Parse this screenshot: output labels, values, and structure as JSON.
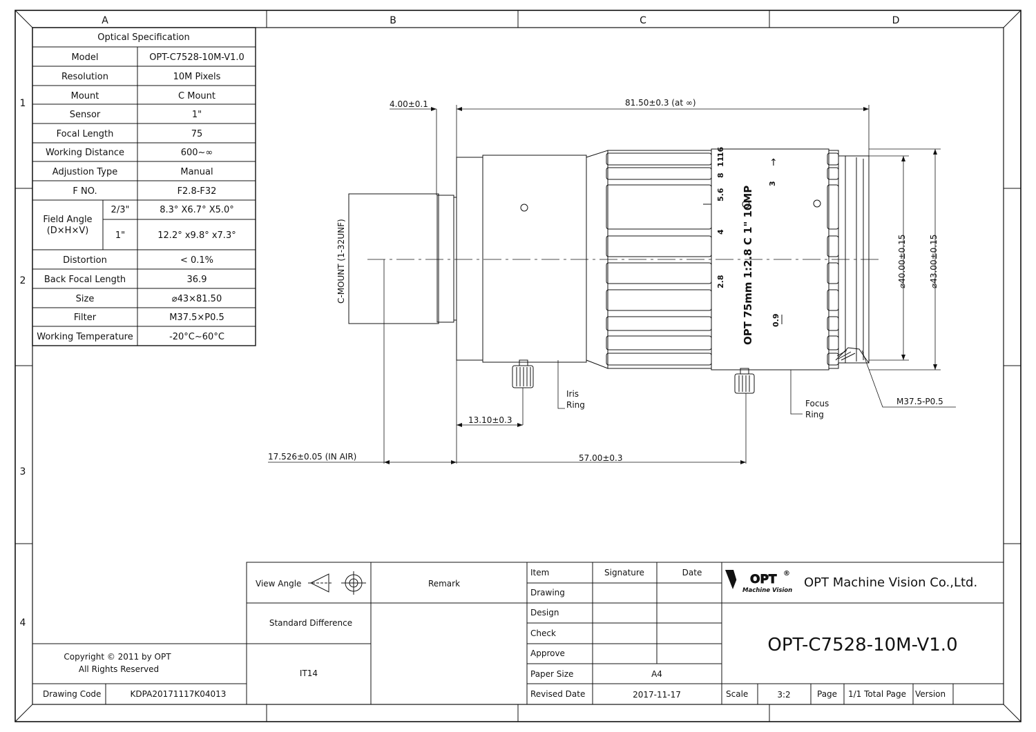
{
  "frame": {
    "columns": [
      "A",
      "B",
      "C",
      "D"
    ],
    "rows": [
      "1",
      "2",
      "3",
      "4"
    ]
  },
  "spec_table": {
    "title": "Optical Specification",
    "rows": [
      {
        "label": "Model",
        "value": "OPT-C7528-10M-V1.0"
      },
      {
        "label": "Resolution",
        "value": "10M Pixels"
      },
      {
        "label": "Mount",
        "value": "C Mount"
      },
      {
        "label": "Sensor",
        "value": "1\""
      },
      {
        "label": "Focal Length",
        "value": "75"
      },
      {
        "label": "Working Distance",
        "value": "600~∞"
      },
      {
        "label": "Adjustion Type",
        "value": "Manual"
      },
      {
        "label": "F NO.",
        "value": "F2.8-F32"
      }
    ],
    "field_angle": {
      "label_line1": "Field Angle",
      "label_line2": "(D×H×V)",
      "rows": [
        {
          "sensor": "2/3\"",
          "value": "8.3°  X6.7°  X5.0°"
        },
        {
          "sensor": "1\"",
          "value": "12.2°  x9.8°  x7.3°"
        }
      ]
    },
    "rows_after": [
      {
        "label": "Distortion",
        "value": "< 0.1%"
      },
      {
        "label": "Back Focal Length",
        "value": "36.9"
      },
      {
        "label": "Size",
        "value": "⌀43×81.50"
      },
      {
        "label": "Filter",
        "value": "M37.5×P0.5"
      },
      {
        "label": "Working Temperature",
        "value": "-20°C~60°C"
      }
    ]
  },
  "drawing": {
    "dim_flange": "4.00±0.1",
    "dim_length": "81.50±0.3  (at ∞)",
    "dim_mount_label": "C-MOUNT (1-32UNF)",
    "dim_d40": "⌀40.00±0.15",
    "dim_d43": "⌀43.00±0.15",
    "dim_screw": "13.10±0.3",
    "dim_back": "17.526±0.05  (IN AIR)",
    "dim_focus_pos": "57.00±0.3",
    "iris_label_1": "Iris",
    "iris_label_2": "Ring",
    "focus_label_1": "Focus",
    "focus_label_2": "Ring",
    "thread_label": "M37.5-P0.5",
    "lens_text": "OPT  75mm  1:2.8  C  1\"  10MP",
    "scale_f": [
      "2.8",
      "4",
      "5.6",
      "8",
      "11",
      "16"
    ],
    "scale_d": [
      "0.9",
      "3"
    ]
  },
  "title_block": {
    "view_angle": "View Angle",
    "remark": "Remark",
    "standard_difference": "Standard Difference",
    "tolerance": "IT14",
    "copyright_1": "Copyright © 2011 by OPT",
    "copyright_2": "All Rights Reserved",
    "drawing_code_label": "Drawing Code",
    "drawing_code": "KDPA20171117K04013",
    "item": "Item",
    "signature": "Signature",
    "date": "Date",
    "drawing": "Drawing",
    "design": "Design",
    "check": "Check",
    "approve": "Approve",
    "paper_size_label": "Paper Size",
    "paper_size": "A4",
    "revised_date_label": "Revised Date",
    "revised_date": "2017-11-17",
    "logo_text": "OPT",
    "logo_sub": "Machine Vision",
    "company": "OPT Machine Vision Co.,Ltd.",
    "part_number": "OPT-C7528-10M-V1.0",
    "scale_label": "Scale",
    "scale": "3:2",
    "page_label": "Page",
    "page": "1/1 Total Page",
    "version_label": "Version",
    "version": ""
  }
}
